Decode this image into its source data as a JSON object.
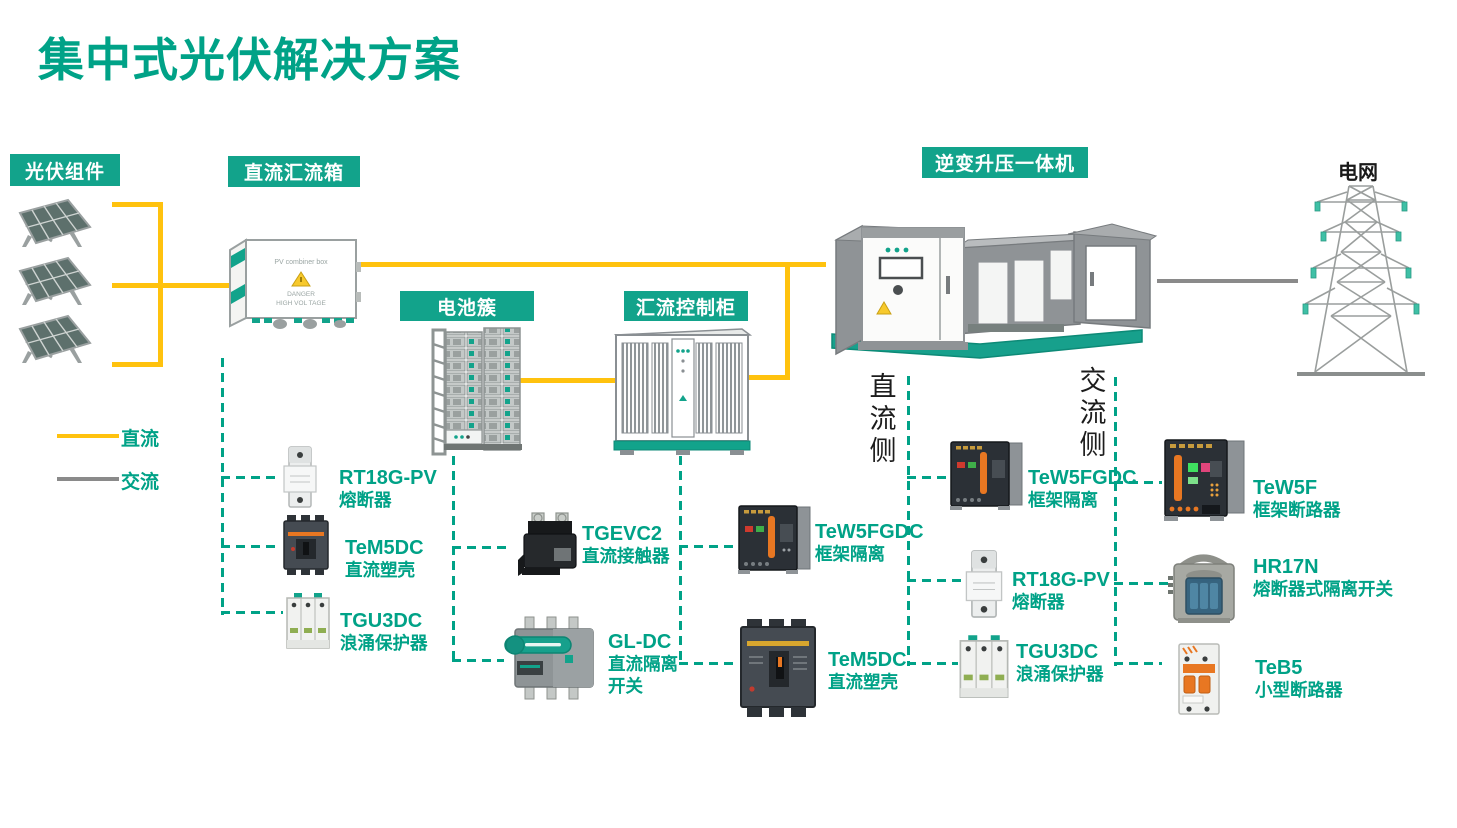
{
  "title": "集中式光伏解决方案",
  "colors": {
    "teal": "#12A38B",
    "dc_yellow": "#FFC20E",
    "ac_gray": "#8A8A8A",
    "label_teal": "#00A287"
  },
  "stages": {
    "pv_modules": "光伏组件",
    "dc_combiner_box": "直流汇流箱",
    "battery_cluster": "电池簇",
    "combiner_control_cabinet": "汇流控制柜",
    "inverter_booster_unit": "逆变升压一体机",
    "grid": "电网"
  },
  "combiner_box": {
    "title": "PV combiner box",
    "warning_line1": "DANGER",
    "warning_line2": "HIGH VOL TAGE"
  },
  "legend": {
    "dc": "直流",
    "ac": "交流"
  },
  "sides": {
    "dc_side": "直流侧",
    "ac_side": "交流侧"
  },
  "components": [
    {
      "model": "RT18G-PV",
      "name": "熔断器"
    },
    {
      "model": "TeM5DC",
      "name": "直流塑壳"
    },
    {
      "model": "TGU3DC",
      "name": "浪涌保护器"
    },
    {
      "model": "TGEVC2",
      "name": "直流接触器"
    },
    {
      "model": "GL-DC",
      "name": "直流隔离开关"
    },
    {
      "model": "TeW5FGDC",
      "name": "框架隔离"
    },
    {
      "model": "TeM5DC",
      "name": "直流塑壳"
    },
    {
      "model": "TeW5FGDC",
      "name": "框架隔离"
    },
    {
      "model": "RT18G-PV",
      "name": "熔断器"
    },
    {
      "model": "TGU3DC",
      "name": "浪涌保护器"
    },
    {
      "model": "TeW5F",
      "name": "框架断路器"
    },
    {
      "model": "HR17N",
      "name": "熔断器式隔离开关"
    },
    {
      "model": "TeB5",
      "name": "小型断路器"
    }
  ]
}
